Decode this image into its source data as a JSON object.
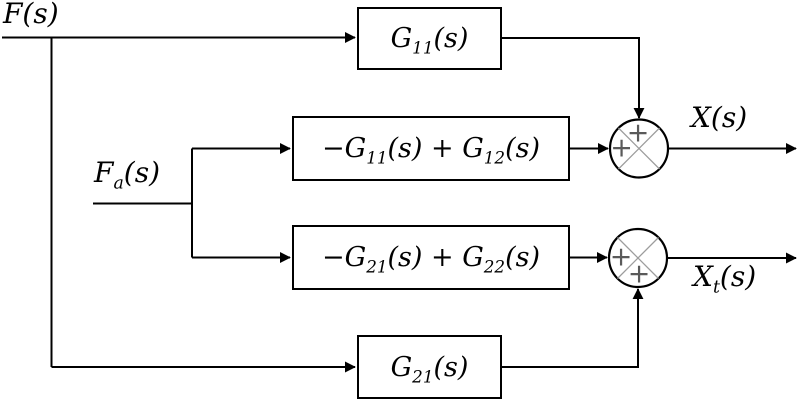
{
  "diagram_type": "control-system block diagram",
  "colors": {
    "background": "#ffffff",
    "wire": "#000000",
    "block_border": "#000000",
    "block_fill": "#ffffff",
    "junction_cross": "#9d9d9d",
    "junction_plus": "#5a5a5a"
  },
  "inputs": {
    "f": {
      "label": "F(s)"
    },
    "fa": {
      "label": "F_{a}(s)"
    }
  },
  "outputs": {
    "x": {
      "label": "X(s)"
    },
    "xt": {
      "label": "X_{t}(s)"
    }
  },
  "blocks": {
    "g11": {
      "label": "G_{11}(s)"
    },
    "g11g12": {
      "label": "−G_{11}(s) + G_{12}(s)"
    },
    "g21g22": {
      "label": "−G_{21}(s) + G_{22}(s)"
    },
    "g21": {
      "label": "G_{21}(s)"
    }
  },
  "junctions": {
    "sum1": {
      "top_sign": "+",
      "left_sign": "+"
    },
    "sum2": {
      "left_sign": "+",
      "bottom_sign": "+"
    }
  }
}
